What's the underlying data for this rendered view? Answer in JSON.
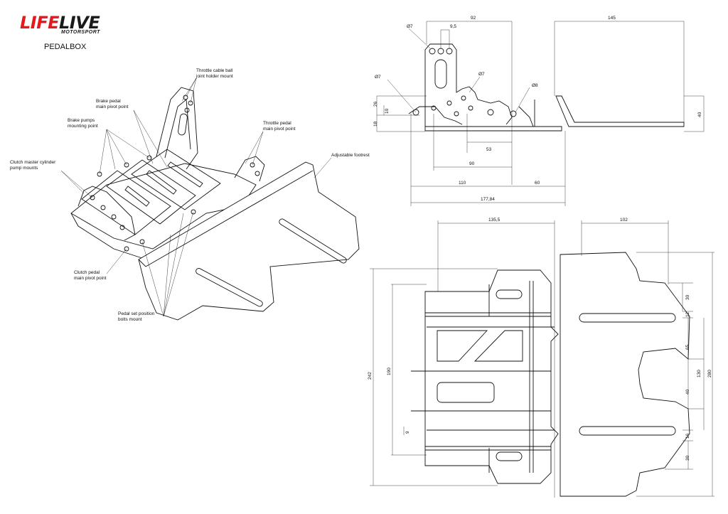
{
  "brand": {
    "logo_main_1": "LIFE",
    "logo_main_2": "LIVE",
    "logo_sub": "MOTORSPORT"
  },
  "title": "PEDALBOX",
  "callouts": {
    "throttle_cable": "Throttle cable ball\njoint holder mount",
    "brake_pivot": "Brake pedal\nmain pivot point",
    "brake_pumps": "Brake pumps\nmounting point",
    "throttle_pivot": "Throttle pedal\nmain pivot point",
    "clutch_master": "Clutch master cylinder\npump mounts",
    "footrest": "Adjustable footrest",
    "clutch_pivot": "Clutch pedal\nmain pivot point",
    "pedal_set": "Pedal set position\nbolts mount"
  },
  "side_view_dims": {
    "d92": "92",
    "d145": "145",
    "dia7a": "Ø7",
    "d9_5": "9,5",
    "dia7b": "Ø7",
    "dia7c": "Ø7",
    "dia8": "Ø8",
    "d26": "26",
    "d10": "10",
    "d18": "18",
    "d40": "40",
    "d53": "53",
    "d90": "90",
    "d110": "110",
    "d60": "60",
    "d177_84": "177,84"
  },
  "top_view_dims": {
    "d135_5": "135,5",
    "d102": "102",
    "d242": "242",
    "d190": "190",
    "d30a": "30",
    "d12": "12",
    "d65": "65",
    "d130": "130",
    "d280": "280",
    "d40": "40",
    "d16": "16",
    "d30b": "30",
    "d9": "9"
  }
}
